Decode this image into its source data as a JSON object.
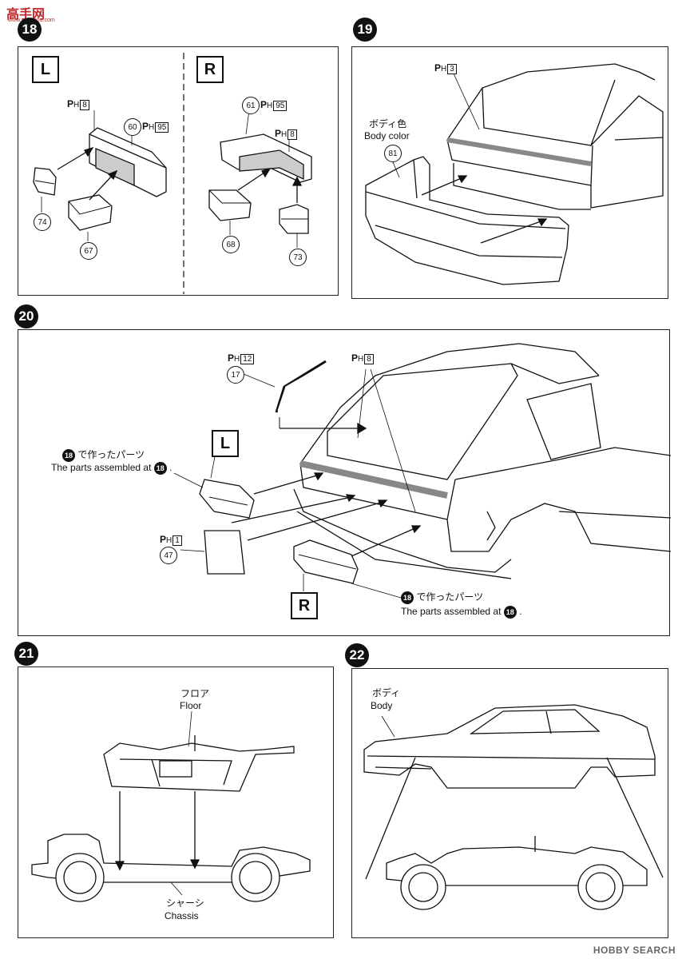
{
  "watermark": {
    "site": "高手网",
    "url": "www.gaoshou.com"
  },
  "footer": {
    "logo": "HOBBY SEARCH"
  },
  "steps": {
    "s18": {
      "number": "18",
      "left_tag": "L",
      "right_tag": "R",
      "left": {
        "ph_a": "8",
        "ph_b": "95",
        "p60": "60",
        "p74": "74",
        "p67": "67"
      },
      "right": {
        "ph_a": "95",
        "ph_b": "8",
        "p61": "61",
        "p68": "68",
        "p73": "73"
      }
    },
    "s19": {
      "number": "19",
      "ph": "3",
      "color_jp": "ボディ色",
      "color_en": "Body color",
      "part": "81"
    },
    "s20": {
      "number": "20",
      "ph_17": "12",
      "ph_top": "8",
      "part_17": "17",
      "ph_47": "1",
      "part_47": "47",
      "left_tag": "L",
      "right_tag": "R",
      "note_jp": "で作ったパーツ",
      "note_en": "The parts assembled at",
      "ref_step": "18"
    },
    "s21": {
      "number": "21",
      "floor_jp": "フロア",
      "floor_en": "Floor",
      "chassis_jp": "シャーシ",
      "chassis_en": "Chassis"
    },
    "s22": {
      "number": "22",
      "body_jp": "ボディ",
      "body_en": "Body"
    }
  }
}
